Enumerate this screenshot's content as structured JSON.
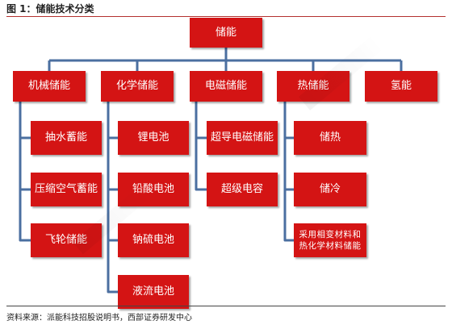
{
  "header": {
    "title": "图 1：储能技术分类"
  },
  "diagram": {
    "root": "储能",
    "categories": [
      {
        "label": "机械储能",
        "children": [
          "抽水蓄能",
          "压缩空气蓄能",
          "飞轮储能"
        ]
      },
      {
        "label": "化学储能",
        "children": [
          "锂电池",
          "铅酸电池",
          "钠硫电池",
          "液流电池"
        ]
      },
      {
        "label": "电磁储能",
        "children": [
          "超导电磁储能",
          "超级电容"
        ]
      },
      {
        "label": "热储能",
        "children": [
          "储热",
          "储冷",
          "采用相变材料和热化学材料储能"
        ]
      },
      {
        "label": "氢能",
        "children": []
      }
    ],
    "line_color": "#4b6fa0",
    "box_color": "#d41414"
  },
  "footer": {
    "source": "资料来源：派能科技招股说明书，西部证券研发中心"
  }
}
